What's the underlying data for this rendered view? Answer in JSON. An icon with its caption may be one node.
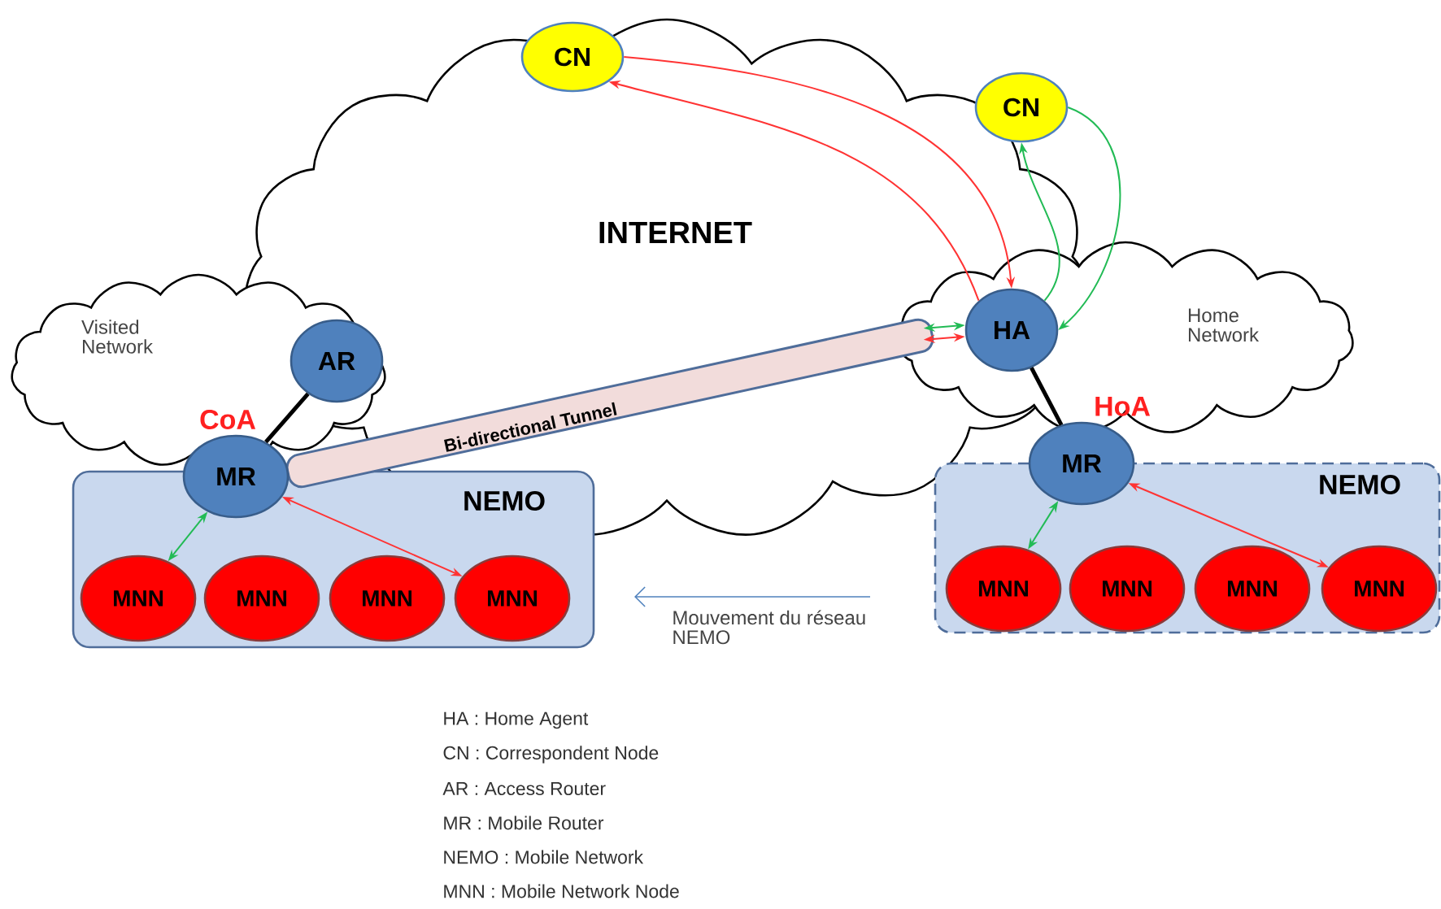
{
  "diagram": {
    "nodes": [
      {
        "text": [
          "Visited Network"
        ]
      },
      {
        "text": [
          "Home Network"
        ]
      },
      {
        "text": [
          "CN"
        ]
      },
      {
        "text": [
          "CN"
        ]
      },
      {
        "text": [
          "HA"
        ],
        "in": 1
      },
      {
        "text": [
          "AR"
        ],
        "in": 0
      },
      {
        "text": [
          "NEMO"
        ]
      },
      {
        "text": [
          "MR"
        ],
        "beside": [
          "CoA"
        ]
      },
      {
        "text": [
          "MNN"
        ],
        "in": 6
      },
      {
        "text": [
          "MNN"
        ],
        "in": 6
      },
      {
        "text": [
          "MNN"
        ],
        "in": 6
      },
      {
        "text": [
          "MNN"
        ],
        "in": 6
      },
      {
        "text": [
          "NEMO"
        ]
      },
      {
        "text": [
          "MR"
        ],
        "beside": [
          "HoA"
        ]
      },
      {
        "text": [
          "MNN"
        ],
        "in": 12
      },
      {
        "text": [
          "MNN"
        ],
        "in": 12
      },
      {
        "text": [
          "MNN"
        ],
        "in": 12
      },
      {
        "text": [
          "MNN"
        ],
        "in": 12
      },
      {
        "text": [
          "Bi-directional Tunnel"
        ]
      }
    ],
    "edges": [
      {
        "from": 2,
        "to": 4,
        "arrow": "to",
        "color": "#ff3333"
      },
      {
        "from": 4,
        "to": 2,
        "arrow": "to",
        "color": "#ff3333"
      },
      {
        "from": 3,
        "to": 4,
        "arrow": "to",
        "color": "#22bb55"
      },
      {
        "from": 4,
        "to": 3,
        "arrow": "to",
        "color": "#22bb55"
      },
      {
        "from": 5,
        "to": 7,
        "arrow": "none",
        "style": "thick",
        "color": "#000000"
      },
      {
        "from": 4,
        "to": 13,
        "arrow": "none",
        "style": "thick",
        "color": "#000000"
      },
      {
        "from": 7,
        "to": 8,
        "arrow": "both",
        "color": "#22bb55"
      },
      {
        "from": 7,
        "to": 11,
        "arrow": "both",
        "color": "#ff3333"
      },
      {
        "from": 13,
        "to": 14,
        "arrow": "both",
        "color": "#22bb55"
      },
      {
        "from": 13,
        "to": 17,
        "arrow": "both",
        "color": "#ff3333"
      },
      {
        "from": 18,
        "to": 4,
        "arrow": "both",
        "color": "#22bb55"
      },
      {
        "from": 18,
        "to": 4,
        "arrow": "both",
        "color": "#ff3333"
      }
    ],
    "labels": [
      "INTERNET",
      "Mouvement du réseau NEMO",
      "HA : Home Agent",
      "CN : Correspondent Node",
      "AR : Access Router",
      "MR : Mobile Router",
      "NEMO : Mobile Network",
      "MNN : Mobile Network Node"
    ]
  }
}
